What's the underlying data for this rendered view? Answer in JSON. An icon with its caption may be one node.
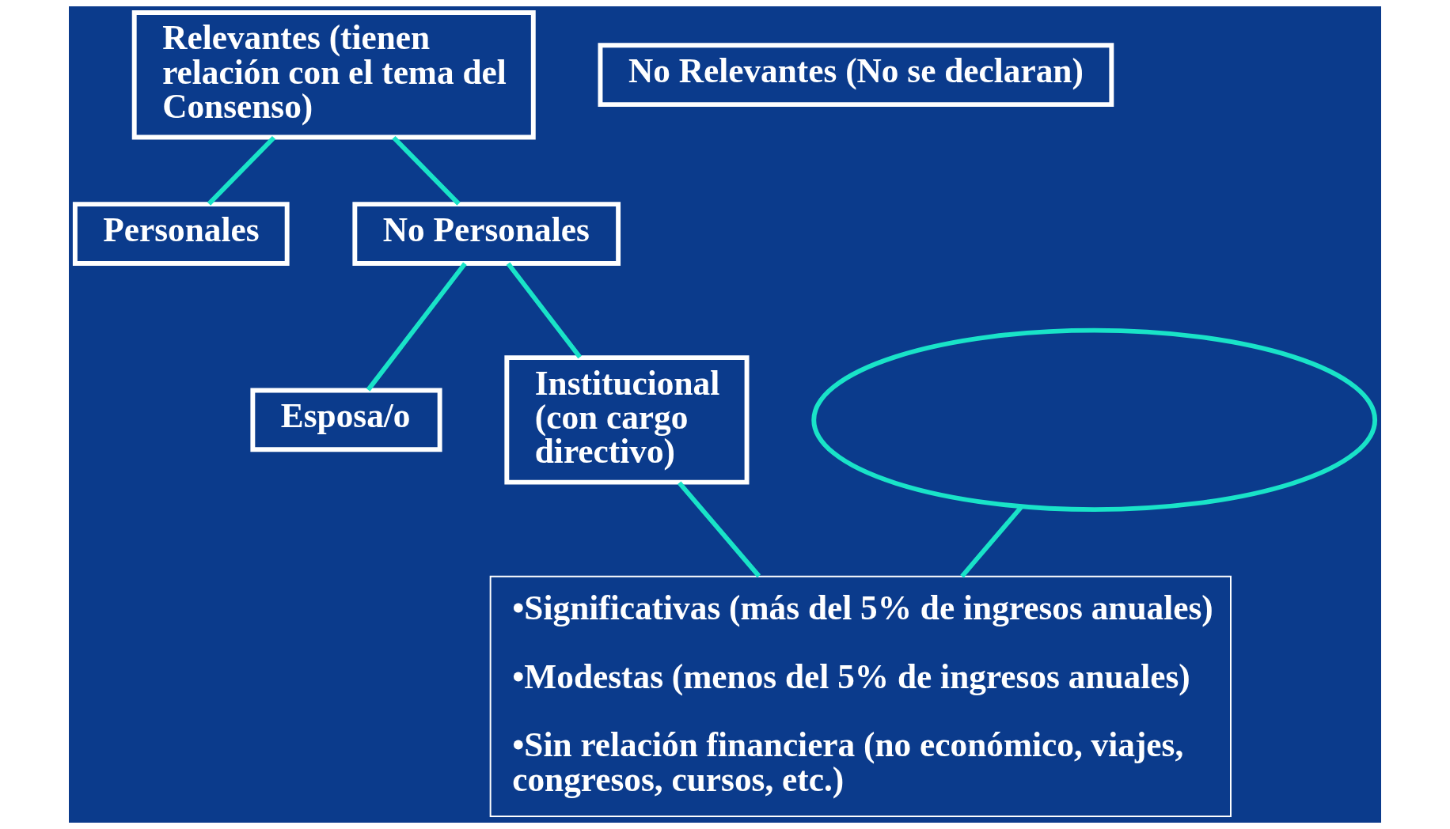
{
  "diagram": {
    "nodes": [
      {
        "text": [
          "Relevantes (tienen relación con el tema del Consenso)"
        ]
      },
      {
        "text": [
          "No Relevantes (No se declaran)"
        ]
      },
      {
        "text": [
          "Personales"
        ]
      },
      {
        "text": [
          "No Personales"
        ]
      },
      {
        "text": [
          "Esposa/o"
        ]
      },
      {
        "text": [
          "Institucional (con cargo directivo)"
        ]
      },
      {
        "text": [],
        "shape": "ellipse"
      },
      {
        "text": [
          "•Significativas (más del 5% de ingresos anuales)",
          "•Modestas (menos del 5% de ingresos anuales)",
          "•Sin relación financiera (no económico, viajes, congresos, cursos, etc.)"
        ]
      }
    ],
    "edges": [
      {
        "from": 0,
        "to": 2,
        "arrow": "none"
      },
      {
        "from": 0,
        "to": 3,
        "arrow": "none"
      },
      {
        "from": 3,
        "to": 4,
        "arrow": "none"
      },
      {
        "from": 3,
        "to": 5,
        "arrow": "none"
      },
      {
        "from": 6,
        "to": 7,
        "arrow": "none"
      },
      {
        "from": 5,
        "to": 7,
        "arrow": "none"
      }
    ]
  }
}
